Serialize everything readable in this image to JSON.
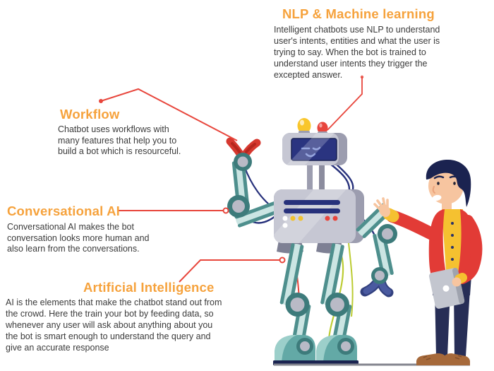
{
  "infographic": {
    "sections": {
      "nlp": {
        "heading": "NLP & Machine learning",
        "body": "Intelligent chatbots use NLP to understand\nuser's intents, entities and what the user is\ntrying to say. When the bot is trained to\nunderstand user intents they trigger the\nexcepted answer."
      },
      "workflow": {
        "heading": "Workflow",
        "body": "Chatbot uses workflows with\nmany features that help you to\nbuild a bot which is resourceful."
      },
      "conversational": {
        "heading": "Conversational AI",
        "body": "Conversational AI makes the bot\nconversation looks more human and\nalso learn from the conversations."
      },
      "ai": {
        "heading": "Artificial Intelligence",
        "body": "AI is the elements that make the chatbot stand out from\nthe crowd. Here the train your bot by feeding data, so\nwhenever any user will ask about anything about you\nthe bot is smart enough to understand the query and\ngive an accurate response"
      }
    },
    "colors": {
      "heading_orange": "#F6A23C",
      "body_text": "#3B3B3B",
      "connector_red": "#E8463C",
      "robot_teal": "#4E8F8D",
      "robot_grey": "#C6C7D3",
      "screen_navy": "#2A3480",
      "claw_red": "#D6382F",
      "claw_blue": "#4A5AA0",
      "bulb_yellow": "#F9C62C",
      "bulb_red": "#E8453C",
      "wire_green": "#BCCC33",
      "person_jacket": "#E23B36",
      "person_shirt": "#F5C130",
      "person_pants": "#272E56",
      "person_hair": "#1B2350",
      "person_skin": "#F7C5A0",
      "shoe_brown": "#A6693A"
    }
  }
}
